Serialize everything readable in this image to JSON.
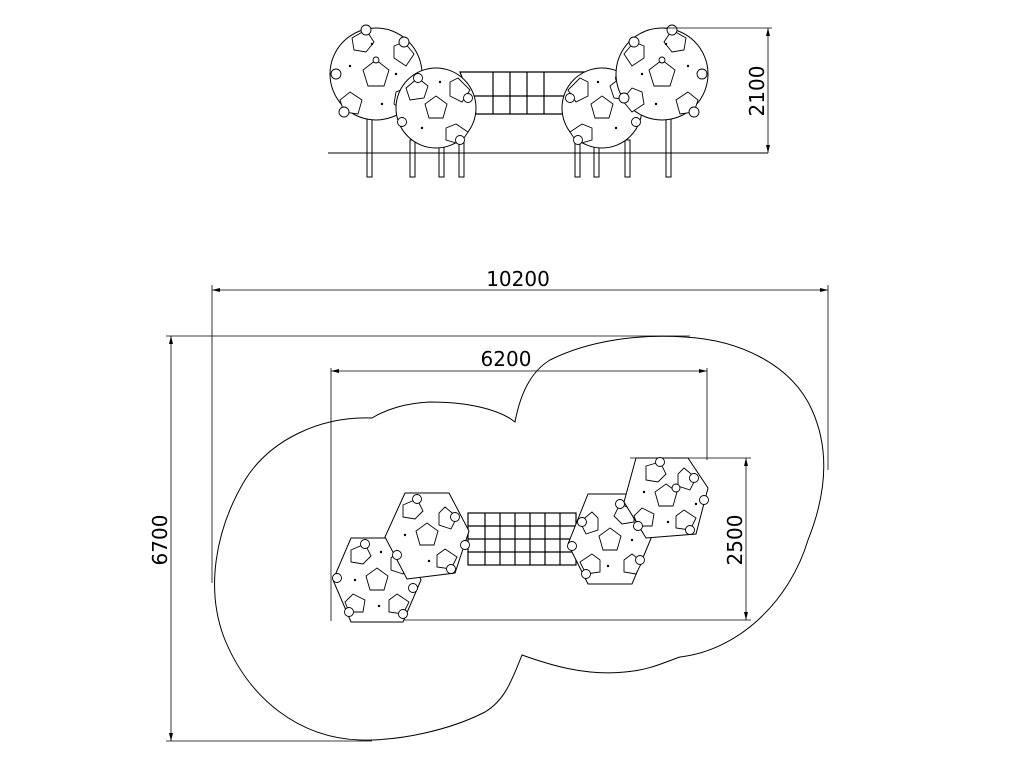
{
  "dimensions": {
    "elevation_height": "2100",
    "overall_width": "10200",
    "structure_width": "6200",
    "overall_depth": "6700",
    "structure_depth": "2500"
  }
}
